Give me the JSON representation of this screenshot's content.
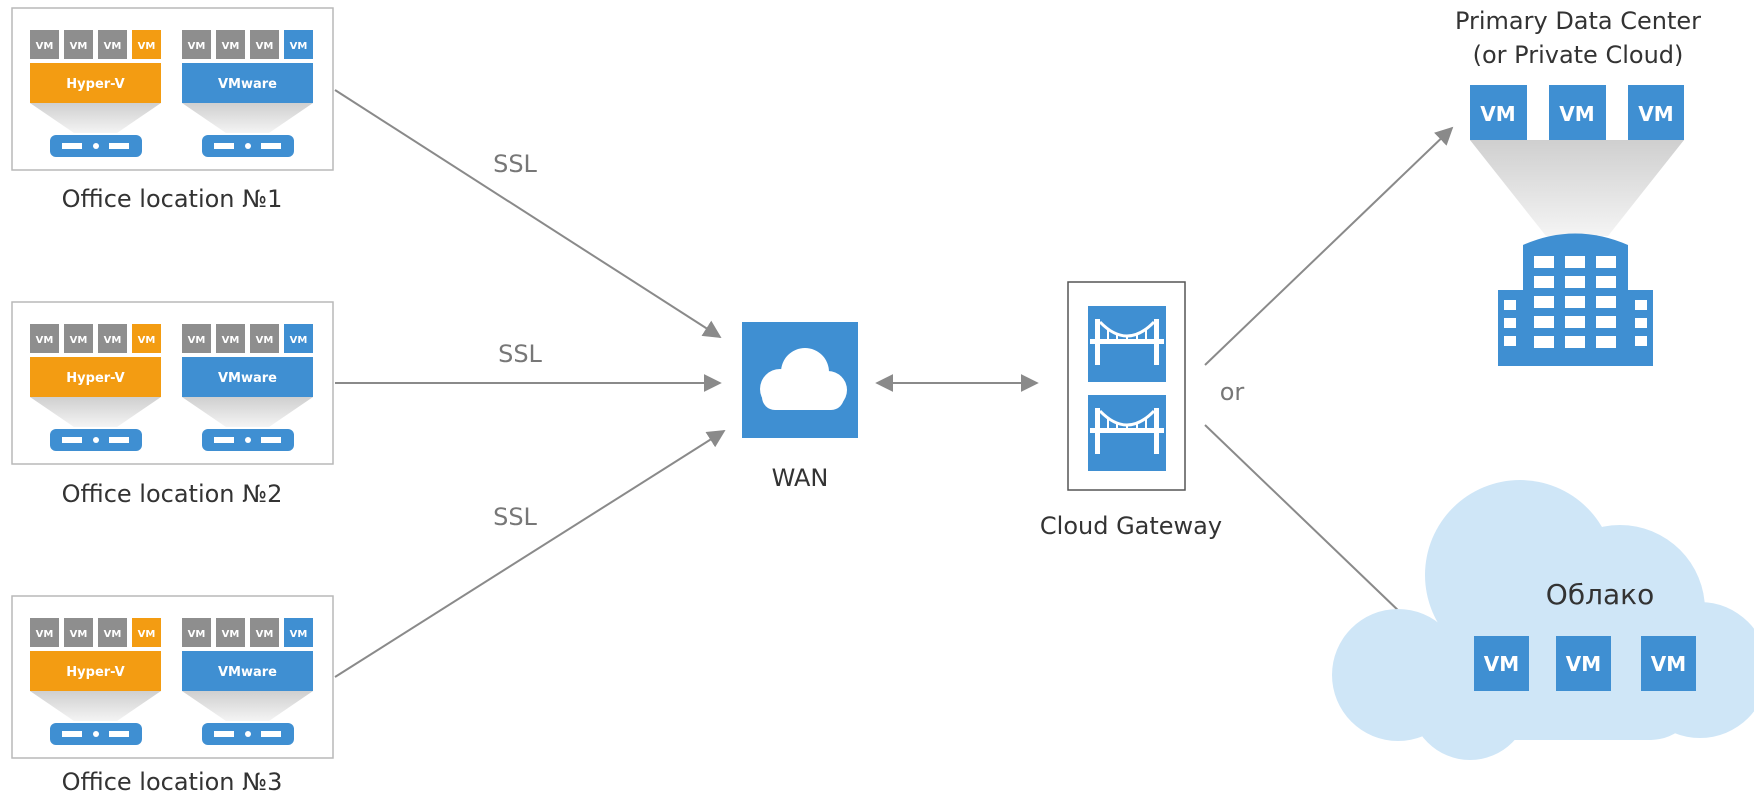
{
  "colors": {
    "blue": "#3f8fd2",
    "orange": "#f39c12",
    "gray": "#8e8e8e",
    "cloud": "#cfe6f7",
    "arrow": "#8a8a8a",
    "text": "#333333",
    "border": "#b9b9b9"
  },
  "offices": [
    {
      "label": "Office location №1",
      "vm_small": [
        "VM",
        "VM",
        "VM",
        "VM",
        "VM",
        "VM",
        "VM",
        "VM"
      ],
      "hyperv": "Hyper-V",
      "vmware": "VMware",
      "link_label": "SSL"
    },
    {
      "label": "Office location №2",
      "vm_small": [
        "VM",
        "VM",
        "VM",
        "VM",
        "VM",
        "VM",
        "VM",
        "VM"
      ],
      "hyperv": "Hyper-V",
      "vmware": "VMware",
      "link_label": "SSL"
    },
    {
      "label": "Office location №3",
      "vm_small": [
        "VM",
        "VM",
        "VM",
        "VM",
        "VM",
        "VM",
        "VM",
        "VM"
      ],
      "hyperv": "Hyper-V",
      "vmware": "VMware",
      "link_label": "SSL"
    }
  ],
  "wan": {
    "label": "WAN",
    "icon": "cloud-icon"
  },
  "gateway": {
    "label": "Cloud Gateway",
    "icon": "bridge-icon"
  },
  "or_label": "or",
  "datacenter": {
    "title_line1": "Primary Data Center",
    "title_line2": "(or Private Cloud)",
    "vms": [
      "VM",
      "VM",
      "VM"
    ],
    "icon": "building-icon"
  },
  "cloud": {
    "label": "Облако",
    "vms": [
      "VM",
      "VM",
      "VM"
    ]
  }
}
